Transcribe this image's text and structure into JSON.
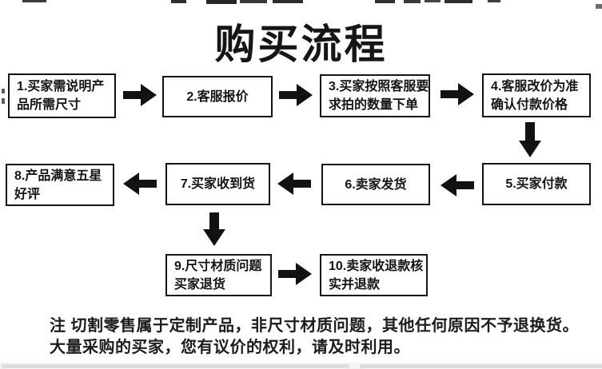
{
  "title": "购买流程",
  "flow": {
    "steps": [
      {
        "text": "1.买家需说明产品所需尺寸",
        "lines": [
          "1.买家需说明产",
          "品所需尺寸"
        ]
      },
      {
        "text": "2.客服报价",
        "lines": [
          "2.客服报价"
        ]
      },
      {
        "text": "3.买家按照客服要求拍的数量下单",
        "lines": [
          "3.买家按照客服要",
          "求拍的数量下单"
        ]
      },
      {
        "text": "4.客服改价为准确认付款价格",
        "lines": [
          "4.客服改价为准",
          "确认付款价格"
        ]
      },
      {
        "text": "5.买家付款",
        "lines": [
          "5.买家付款"
        ]
      },
      {
        "text": "6.卖家发货",
        "lines": [
          "6.卖家发货"
        ]
      },
      {
        "text": "7.买家收到货",
        "lines": [
          "7.买家收到货"
        ]
      },
      {
        "text": "8.产品满意五星好评",
        "lines": [
          "8.产品满意五星",
          "好评"
        ]
      },
      {
        "text": "9.尺寸材质问题买家退货",
        "lines": [
          "9.尺寸材质问题",
          "买家退货"
        ]
      },
      {
        "text": "10.卖家收退款核实并退款",
        "lines": [
          "10.卖家收退款核",
          "实并退款"
        ]
      }
    ]
  },
  "notes": {
    "line1": "注 切割零售属于定制产品，非尺寸材质问题，其他任何原因不予退换货。",
    "line2": "大量采购的买家，您有议价的权利，请及时利用。"
  },
  "colors": {
    "ink": "#121212",
    "background": "#ffffff",
    "edge_artifact": "#d9d9d9"
  }
}
